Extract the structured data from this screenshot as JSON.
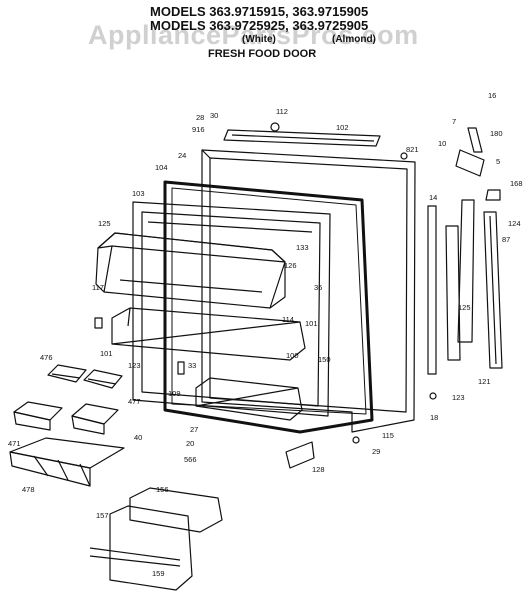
{
  "header": {
    "line1": "MODELS 363.9715915, 363.9715905",
    "line2": "MODELS 363.9725925, 363.9725905",
    "white": "(White)",
    "almond": "(Almond)",
    "door": "FRESH FOOD DOOR"
  },
  "watermark": "AppliancePartsPros.com",
  "part_labels": [
    "16",
    "180",
    "7",
    "10",
    "5",
    "168",
    "124",
    "87",
    "14",
    "125",
    "115",
    "121",
    "123",
    "18",
    "112",
    "102",
    "821",
    "30",
    "916",
    "28",
    "24",
    "104",
    "103",
    "125",
    "126",
    "36",
    "133",
    "117",
    "114",
    "101",
    "100",
    "150",
    "33",
    "123",
    "101",
    "476",
    "477",
    "109",
    "40",
    "27",
    "20",
    "566",
    "128",
    "478",
    "471",
    "29",
    "156",
    "157",
    "159"
  ],
  "colors": {
    "line": "#111111",
    "watermark": "#9a9a9a"
  }
}
